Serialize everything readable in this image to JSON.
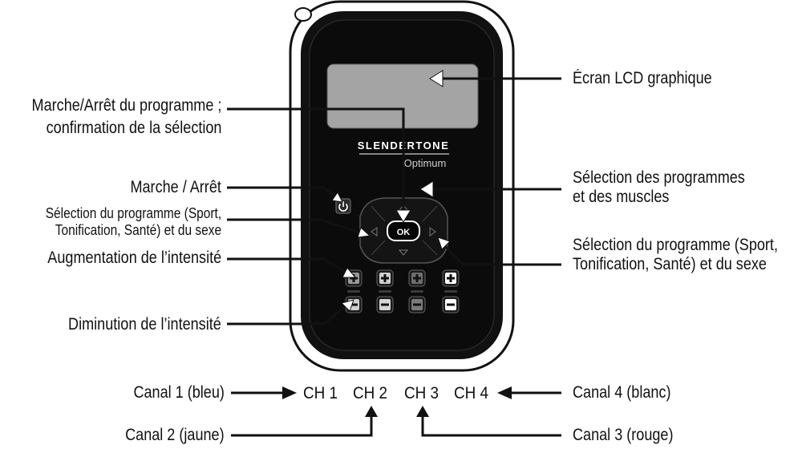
{
  "device": {
    "brand": "SLENDERTONE",
    "model": "Optimum",
    "ok_label": "OK"
  },
  "callouts": {
    "ecran": "Écran LCD graphique",
    "marche_arret_prog_1": "Marche/Arrêt du programme ;",
    "marche_arret_prog_2": "confirmation de la sélection",
    "marche_arret": "Marche / Arrêt",
    "selection_left_1": "Sélection du programme (Sport,",
    "selection_left_2": "Tonification, Santé) et du sexe",
    "augmentation": "Augmentation de l’intensité",
    "diminution": "Diminution de l’intensité",
    "selection_muscles_1": "Sélection des programmes",
    "selection_muscles_2": "et des muscles",
    "selection_right_1": "Sélection du programme (Sport,",
    "selection_right_2": "Tonification, Santé) et du sexe"
  },
  "channels": {
    "labels": [
      "CH 1",
      "CH 2",
      "CH 3",
      "CH 4"
    ],
    "canal_1": "Canal 1 (bleu)",
    "canal_2": "Canal 2 (jaune)",
    "canal_3": "Canal 3 (rouge)",
    "canal_4": "Canal 4 (blanc)"
  },
  "colors": {
    "body": "#0d0d0d",
    "screen": "#a4a4a4",
    "accent_white": "#ffffff"
  },
  "icons": [
    "power-icon",
    "plus-icon",
    "minus-icon",
    "arrow-left-icon",
    "arrow-right-icon",
    "arrow-up-icon",
    "arrow-down-icon"
  ]
}
